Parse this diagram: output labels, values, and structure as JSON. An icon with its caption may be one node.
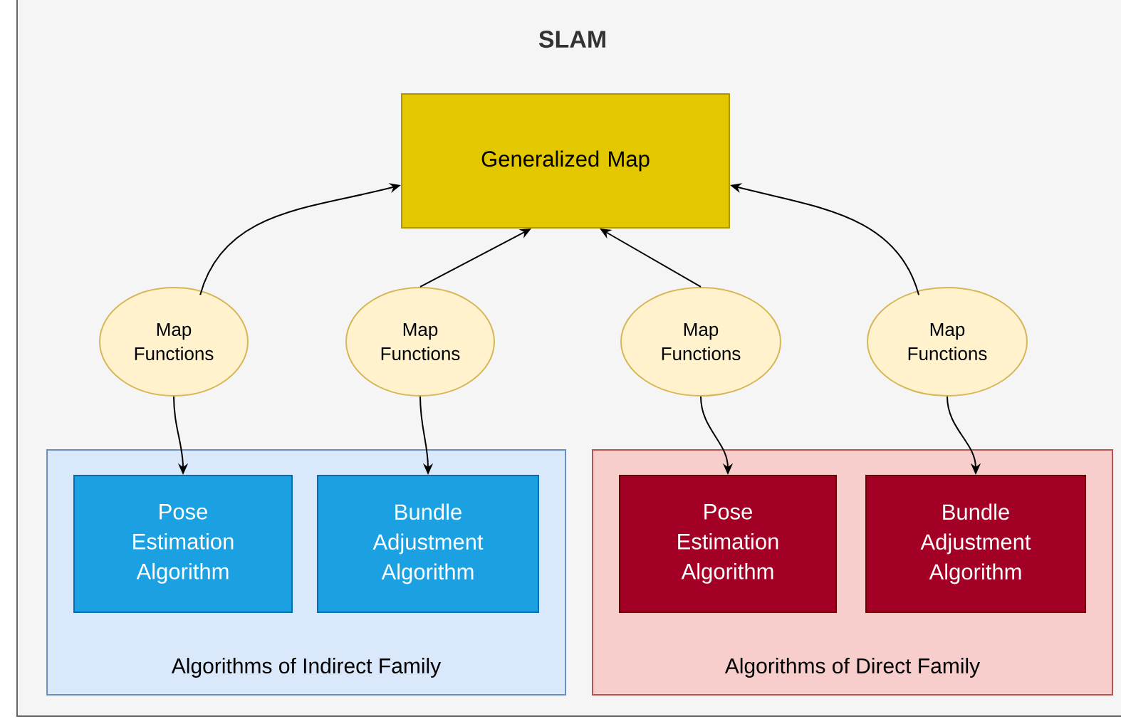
{
  "diagram": {
    "nodes": [
      {
        "text": [
          "SLAM"
        ]
      },
      {
        "text": [
          "Generalized Map"
        ],
        "in": 0
      },
      {
        "text": [
          "Map Functions"
        ],
        "in": 0
      },
      {
        "text": [
          "Map Functions"
        ],
        "in": 0
      },
      {
        "text": [
          "Map Functions"
        ],
        "in": 0
      },
      {
        "text": [
          "Map Functions"
        ],
        "in": 0
      },
      {
        "text": [
          "Algorithms of Indirect Family"
        ],
        "in": 0
      },
      {
        "text": [
          "Pose Estimation Algorithm"
        ],
        "in": 6
      },
      {
        "text": [
          "Bundle Adjustment Algorithm"
        ],
        "in": 6
      },
      {
        "text": [
          "Algorithms of Direct Family"
        ],
        "in": 0
      },
      {
        "text": [
          "Pose Estimation Algorithm"
        ],
        "in": 9
      },
      {
        "text": [
          "Bundle Adjustment Algorithm"
        ],
        "in": 9
      }
    ],
    "edges": [
      {
        "from": 2,
        "to": 1,
        "arrow": "to"
      },
      {
        "from": 3,
        "to": 1,
        "arrow": "to"
      },
      {
        "from": 4,
        "to": 1,
        "arrow": "to"
      },
      {
        "from": 5,
        "to": 1,
        "arrow": "to"
      },
      {
        "from": 2,
        "to": 7,
        "arrow": "to"
      },
      {
        "from": 3,
        "to": 8,
        "arrow": "to"
      },
      {
        "from": 4,
        "to": 10,
        "arrow": "to"
      },
      {
        "from": 5,
        "to": 11,
        "arrow": "to"
      }
    ]
  }
}
